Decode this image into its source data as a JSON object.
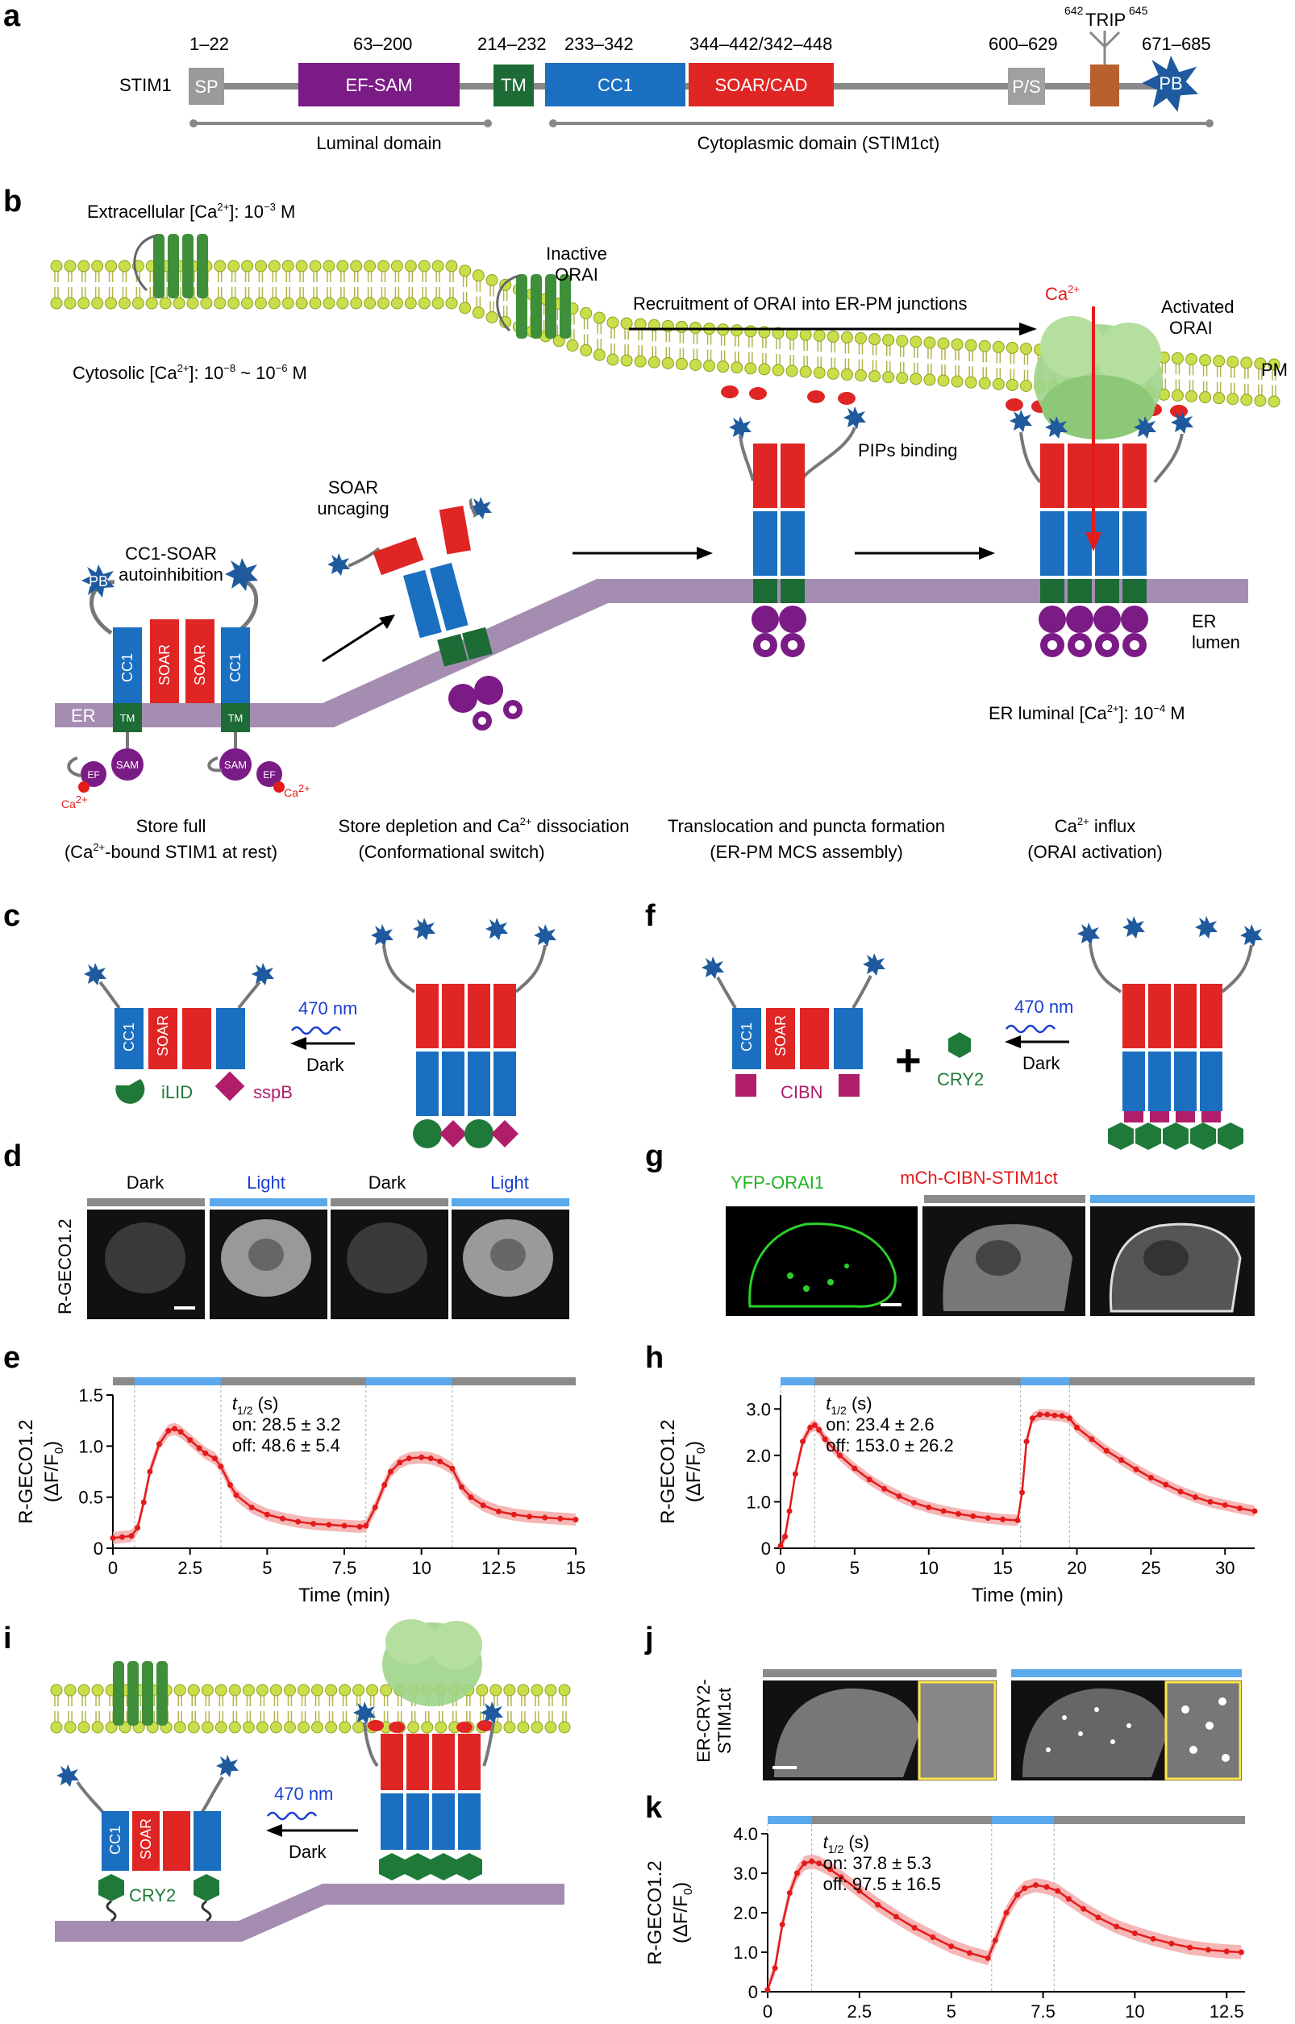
{
  "panels": {
    "a": "a",
    "b": "b",
    "c": "c",
    "d": "d",
    "e": "e",
    "f": "f",
    "g": "g",
    "h": "h",
    "i": "i",
    "j": "j",
    "k": "k"
  },
  "domain_map": {
    "protein": "STIM1",
    "ranges": [
      "1–22",
      "63–200",
      "214–232",
      "233–342",
      "344–442/342–448",
      "600–629",
      "642TRIP645",
      "671–685"
    ],
    "domains": [
      "SP",
      "EF-SAM",
      "TM",
      "CC1",
      "SOAR/CAD",
      "P/S",
      "PB"
    ],
    "trip_pre": "642",
    "trip_mid": "TRIP",
    "trip_post": "645",
    "luminal_label": "Luminal domain",
    "cyto_label": "Cytoplasmic domain (STIM1ct)"
  },
  "panel_b": {
    "extracellular": "Extracellular [Ca",
    "extracellular_sup": "2+",
    "extracellular_end": "]: 10",
    "extracellular_exp": "−3",
    "extracellular_unit": " M",
    "cytosolic": "Cytosolic [Ca",
    "cytosolic_end": "]: 10",
    "cytosolic_exp1": "−8",
    "cytosolic_mid": " ~ 10",
    "cytosolic_exp2": "−6",
    "inactive_orai": [
      "Inactive",
      "ORAI"
    ],
    "recruitment": "Recruitment of ORAI into ER-PM junctions",
    "ca_label": "Ca",
    "activated_orai": [
      "Activated",
      "ORAI"
    ],
    "pm": "PM",
    "pips_binding": "PIPs binding",
    "soar_uncaging": [
      "SOAR",
      "uncaging"
    ],
    "cc1_soar": [
      "CC1-SOAR",
      "autoinhibition"
    ],
    "pb": "PB",
    "cc1": "CC1",
    "soar": "SOAR",
    "tm": "TM",
    "sam": "SAM",
    "ef": "EF",
    "er": "ER",
    "er_lumen": [
      "ER",
      "lumen"
    ],
    "er_luminal": "ER luminal [Ca",
    "er_luminal_end": "]: 10",
    "er_luminal_exp": "−4",
    "stage_titles": [
      "Store full",
      "Store depletion and Ca",
      "Translocation and puncta formation",
      "Ca"
    ],
    "stage_titles_end": [
      "",
      " dissociation",
      "",
      " influx"
    ],
    "stage_subtitles": [
      "(Ca",
      "(Conformational switch)",
      "(ER-PM MCS assembly)",
      "(ORAI activation)"
    ],
    "stage1_sub_end": "-bound STIM1 at rest)"
  },
  "panel_c": {
    "cc1": "CC1",
    "soar": "SOAR",
    "ilid": "iLID",
    "sspb": "sspB",
    "wavelength": "470 nm",
    "dark": "Dark"
  },
  "panel_f": {
    "cc1": "CC1",
    "soar": "SOAR",
    "cibn": "CIBN",
    "plus": "+",
    "cry2": "CRY2",
    "wavelength": "470 nm",
    "dark": "Dark"
  },
  "panel_d": {
    "ylabel": "R-GECO1.2",
    "columns": [
      "Dark",
      "Light",
      "Dark",
      "Light"
    ]
  },
  "panel_g": {
    "left": "YFP-ORAI1",
    "right": "mCh-CIBN-STIM1ct"
  },
  "panel_i": {
    "cc1": "CC1",
    "soar": "SOAR",
    "cry2": "CRY2",
    "wavelength": "470 nm",
    "dark": "Dark"
  },
  "panel_j": {
    "ylabel": [
      "ER-CRY2-",
      "STIM1ct"
    ]
  },
  "colors": {
    "light_bar": "#5aa9ea",
    "dark_bar": "#8a8a8a",
    "trace": "#e41b1b",
    "trace_band": "#f4a4a4",
    "sp": "#9a9a9a",
    "efsam": "#7b1b86",
    "tm": "#1d6b35",
    "cc1": "#1b6fc0",
    "soar": "#e02525",
    "ps": "#a0a0a0",
    "trip": "#b8612f",
    "pb": "#1f5a9e",
    "membrane_head": "#c9de4a",
    "orai": "#3f8f3a",
    "er": "#a58db2",
    "ilid": "#1f7a3a",
    "sspb": "#b01e6a",
    "cry2": "#1f7a3a",
    "blue_text": "#1a3fcf"
  },
  "chart_data": [
    {
      "panel": "e",
      "type": "line",
      "xlabel": "Time (min)",
      "ylabel": "R-GECO1.2",
      "ylabel2": "(ΔF/F",
      "ylabel2_sub": "0",
      "ylabel2_end": ")",
      "xlim": [
        0,
        15
      ],
      "ylim": [
        0,
        1.5
      ],
      "xticks": [
        0,
        2.5,
        5,
        7.5,
        10,
        12.5,
        15
      ],
      "xtick_labels": [
        "0",
        "2.5",
        "5",
        "7.5",
        "10",
        "12.5",
        "15"
      ],
      "yticks": [
        0,
        0.5,
        1.0,
        1.5
      ],
      "ytick_labels": [
        "0",
        "0.5",
        "1.0",
        "1.5"
      ],
      "light_periods": [
        [
          0.7,
          3.5
        ],
        [
          8.2,
          11.0
        ]
      ],
      "annotation": {
        "t": "t",
        "sub": "1/2",
        "unit": " (s)",
        "on": "on: 28.5 ± 3.2",
        "off": "off: 48.6 ± 5.4"
      },
      "x": [
        0,
        0.3,
        0.6,
        0.8,
        1.0,
        1.2,
        1.5,
        1.8,
        2.0,
        2.2,
        2.5,
        2.8,
        3.0,
        3.3,
        3.5,
        3.8,
        4.0,
        4.5,
        5.0,
        5.5,
        6.0,
        6.5,
        7.0,
        7.5,
        8.0,
        8.2,
        8.5,
        8.8,
        9.0,
        9.3,
        9.6,
        10.0,
        10.3,
        10.6,
        11.0,
        11.3,
        11.6,
        12.0,
        12.5,
        13.0,
        13.5,
        14.0,
        14.5,
        15.0
      ],
      "y": [
        0.1,
        0.11,
        0.12,
        0.2,
        0.45,
        0.75,
        1.02,
        1.15,
        1.17,
        1.14,
        1.06,
        0.98,
        0.93,
        0.88,
        0.8,
        0.62,
        0.52,
        0.4,
        0.33,
        0.29,
        0.26,
        0.24,
        0.23,
        0.22,
        0.21,
        0.22,
        0.4,
        0.62,
        0.75,
        0.84,
        0.88,
        0.89,
        0.88,
        0.85,
        0.78,
        0.6,
        0.5,
        0.42,
        0.36,
        0.33,
        0.31,
        0.3,
        0.29,
        0.28
      ],
      "band": 0.06
    },
    {
      "panel": "h",
      "type": "line",
      "xlabel": "Time (min)",
      "ylabel": "R-GECO1.2",
      "ylabel2": "(ΔF/F",
      "ylabel2_sub": "0",
      "ylabel2_end": ")",
      "xlim": [
        0,
        32
      ],
      "ylim": [
        0,
        3.3
      ],
      "xticks": [
        0,
        5,
        10,
        15,
        20,
        25,
        30
      ],
      "xtick_labels": [
        "0",
        "5",
        "10",
        "15",
        "20",
        "25",
        "30"
      ],
      "yticks": [
        0,
        1.0,
        2.0,
        3.0
      ],
      "ytick_labels": [
        "0",
        "1.0",
        "2.0",
        "3.0"
      ],
      "light_periods": [
        [
          0,
          2.3
        ],
        [
          16.2,
          19.5
        ]
      ],
      "annotation": {
        "t": "t",
        "sub": "1/2",
        "unit": " (s)",
        "on": "on: 23.4 ± 2.6",
        "off": "off: 153.0 ± 26.2"
      },
      "x": [
        0,
        0.3,
        0.6,
        1.0,
        1.5,
        2.0,
        2.3,
        2.6,
        3.0,
        4.0,
        5.0,
        6.0,
        7.0,
        8.0,
        9.0,
        10.0,
        11.0,
        12.0,
        13.0,
        14.0,
        15.0,
        16.0,
        16.3,
        16.6,
        17.0,
        17.5,
        18.0,
        18.5,
        19.0,
        19.5,
        20.0,
        21.0,
        22.0,
        23.0,
        24.0,
        25.0,
        26.0,
        27.0,
        28.0,
        29.0,
        30.0,
        31.0,
        32.0
      ],
      "y": [
        0.05,
        0.25,
        0.8,
        1.6,
        2.3,
        2.6,
        2.65,
        2.55,
        2.35,
        2.0,
        1.72,
        1.48,
        1.28,
        1.12,
        0.98,
        0.88,
        0.8,
        0.74,
        0.69,
        0.65,
        0.62,
        0.6,
        1.2,
        2.3,
        2.8,
        2.88,
        2.88,
        2.86,
        2.85,
        2.8,
        2.6,
        2.35,
        2.1,
        1.9,
        1.7,
        1.52,
        1.37,
        1.22,
        1.1,
        1.0,
        0.93,
        0.86,
        0.8
      ],
      "band": 0.12
    },
    {
      "panel": "k",
      "type": "line",
      "xlabel": "Time (min)",
      "ylabel": "R-GECO1.2",
      "ylabel2": "(ΔF/F",
      "ylabel2_sub": "0",
      "ylabel2_end": ")",
      "xlim": [
        0,
        13
      ],
      "ylim": [
        0,
        4.0
      ],
      "xticks": [
        0,
        2.5,
        5,
        7.5,
        10,
        12.5
      ],
      "xtick_labels": [
        "0",
        "2.5",
        "5",
        "7.5",
        "10",
        "12.5"
      ],
      "yticks": [
        0,
        1.0,
        2.0,
        3.0,
        4.0
      ],
      "ytick_labels": [
        "0",
        "1.0",
        "2.0",
        "3.0",
        "4.0"
      ],
      "light_periods": [
        [
          0,
          1.2
        ],
        [
          6.1,
          7.8
        ]
      ],
      "annotation": {
        "t": "t",
        "sub": "1/2",
        "unit": " (s)",
        "on": "on: 37.8 ± 5.3",
        "off": "off: 97.5 ± 16.5"
      },
      "x": [
        0,
        0.2,
        0.4,
        0.6,
        0.8,
        1.0,
        1.2,
        1.4,
        1.7,
        2.0,
        2.5,
        3.0,
        3.5,
        4.0,
        4.5,
        5.0,
        5.5,
        6.0,
        6.2,
        6.5,
        6.8,
        7.0,
        7.3,
        7.6,
        7.9,
        8.2,
        8.6,
        9.0,
        9.5,
        10.0,
        10.5,
        11.0,
        11.5,
        12.0,
        12.5,
        12.9
      ],
      "y": [
        0.05,
        0.6,
        1.7,
        2.5,
        3.0,
        3.25,
        3.3,
        3.25,
        3.1,
        2.9,
        2.55,
        2.2,
        1.9,
        1.62,
        1.38,
        1.15,
        0.98,
        0.85,
        1.3,
        2.0,
        2.45,
        2.62,
        2.7,
        2.65,
        2.55,
        2.35,
        2.1,
        1.88,
        1.65,
        1.48,
        1.34,
        1.22,
        1.12,
        1.06,
        1.02,
        1.0
      ],
      "band": 0.18
    }
  ]
}
